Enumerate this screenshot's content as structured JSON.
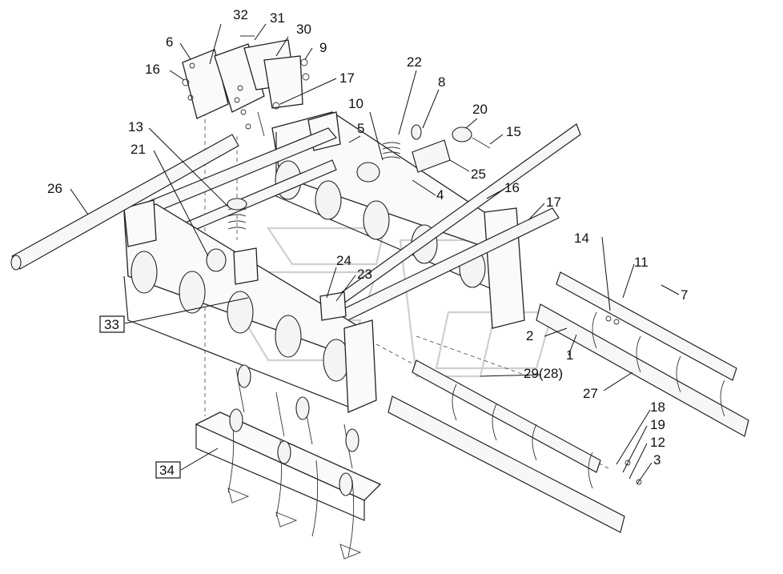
{
  "labels": {
    "l1": "1",
    "l2": "2",
    "l3": "3",
    "l4": "4",
    "l5": "5",
    "l6": "6",
    "l7": "7",
    "l8": "8",
    "l9": "9",
    "l10": "10",
    "l11": "11",
    "l12": "12",
    "l13": "13",
    "l14": "14",
    "l15": "15",
    "l16a": "16",
    "l16b": "16",
    "l17a": "17",
    "l17b": "17",
    "l18": "18",
    "l19": "19",
    "l20": "20",
    "l21": "21",
    "l22": "22",
    "l23": "23",
    "l24": "24",
    "l25": "25",
    "l26": "26",
    "l27": "27",
    "l29": "29(28)",
    "l30": "30",
    "l31": "31",
    "l32": "32",
    "l33": "33",
    "l34": "34"
  }
}
